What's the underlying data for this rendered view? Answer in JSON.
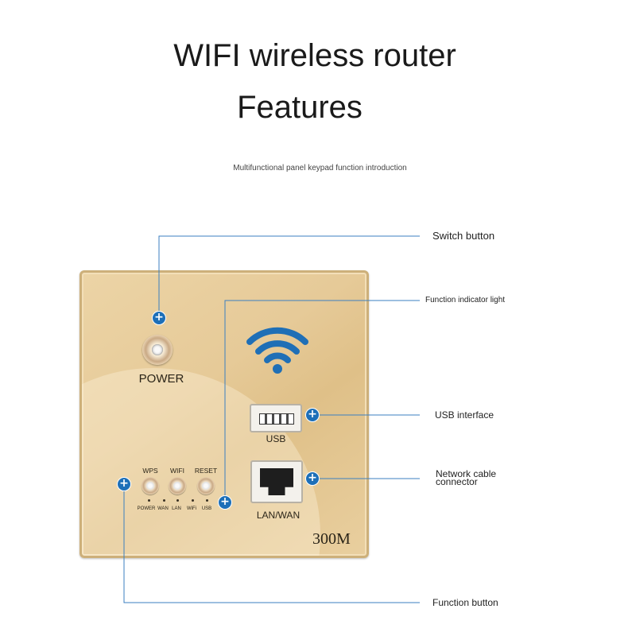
{
  "header": {
    "title_line1": "WIFI wireless router",
    "title_line2": "Features",
    "subtitle": "Multifunctional panel keypad function introduction"
  },
  "panel": {
    "power_label": "POWER",
    "usb_label": "USB",
    "lan_label": "LAN/WAN",
    "speed_label": "300M",
    "buttons": [
      "WPS",
      "WIFI",
      "RESET"
    ],
    "leds": [
      "POWER",
      "WAN",
      "LAN",
      "WiFi",
      "USB"
    ],
    "accent_color": "#1d6fb8",
    "panel_color": "#e6ca98"
  },
  "callouts": {
    "switch_button": "Switch button",
    "function_indicator_light": "Function indicator light",
    "usb_interface": "USB interface",
    "network_cable_line1": "Network cable",
    "network_cable_line2": "connector",
    "function_button": "Function button"
  }
}
